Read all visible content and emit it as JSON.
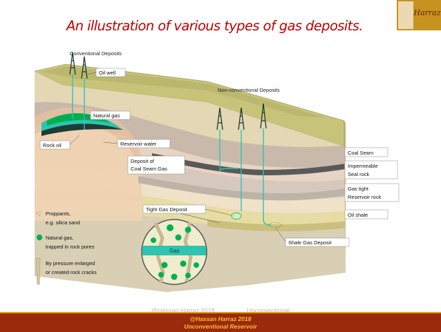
{
  "title": "An illustration of various types of gas deposits.",
  "logo": {
    "text": "Harraz"
  },
  "diagram": {
    "conventional_heading": "Conventional Deposits",
    "nonconventional_heading": "Non-conventional Deposits",
    "oil_well": "Oil well",
    "natural_gas": "Natural gas",
    "rock_oil": "Rock oil",
    "reservoir_water": "Reservoir water",
    "coal_seam_gas_1": "Deposit of",
    "coal_seam_gas_2": "Coal Seam Gas",
    "tight_gas_deposit": "Tight Gas Deposit",
    "gas_label": "Gas",
    "shale_gas_deposit": "Shale Gas Deposit",
    "coal_seam": "Coal Seam",
    "impermeable_1": "Impermeable",
    "impermeable_2": "Seal rock",
    "gas_tight_1": "Gas tight",
    "gas_tight_2": "Reservoir rock",
    "oil_shale": "Oil shale",
    "colors": {
      "gas": "#00b050",
      "water": "#2ec4b0",
      "oil": "#1d3d36",
      "coal": "#595959",
      "sand": "#e6dba7"
    }
  },
  "legend": {
    "proppants_1": "Proppants,",
    "proppants_2": "e.g. silica sand",
    "natural_gas_1": "Natural gas,",
    "natural_gas_2": "trapped in rock pores",
    "cracks_1": "By pressure enlarged",
    "cracks_2": "or created rock cracks"
  },
  "watermark": {
    "left": "@Hassan Harraz 2018",
    "right": "Unconventional"
  },
  "footer": {
    "line1": "@Hassan Harraz 2018",
    "line2": "Unconventional Reservoir"
  }
}
